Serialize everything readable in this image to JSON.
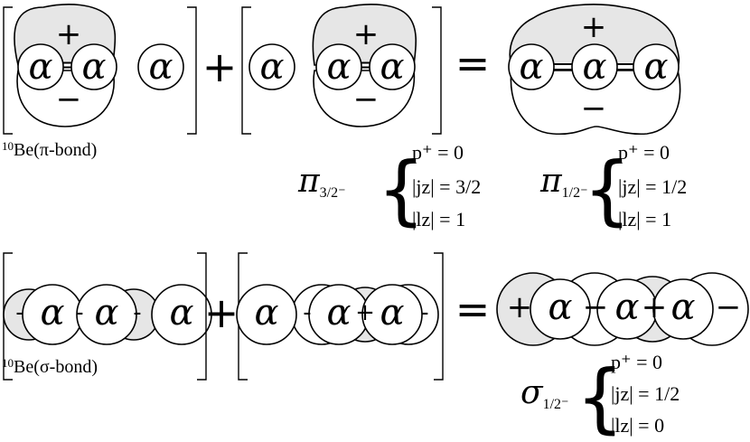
{
  "atom_symbol": "α",
  "operators": {
    "plus": "+",
    "equals": "="
  },
  "signs": {
    "plus": "+",
    "minus": "−",
    "dash": "-"
  },
  "labels": {
    "pi_bond": {
      "mass": "10",
      "text": "Be(π-bond)"
    },
    "sigma_bond": {
      "mass": "10",
      "text": "Be(σ-bond)"
    }
  },
  "states": [
    {
      "symbol": "π",
      "subscript": "3/2⁻",
      "numbers": [
        "p⁺ = 0",
        "|jz| = 3/2",
        "|lz| = 1"
      ]
    },
    {
      "symbol": "π",
      "subscript": "1/2⁻",
      "numbers": [
        "p⁺ = 0",
        "|jz| = 1/2",
        "|lz| = 1"
      ]
    },
    {
      "symbol": "σ",
      "subscript": "1/2⁻",
      "numbers": [
        "p⁺ = 0",
        "|jz| = 1/2",
        "|lz| = 0"
      ]
    }
  ]
}
